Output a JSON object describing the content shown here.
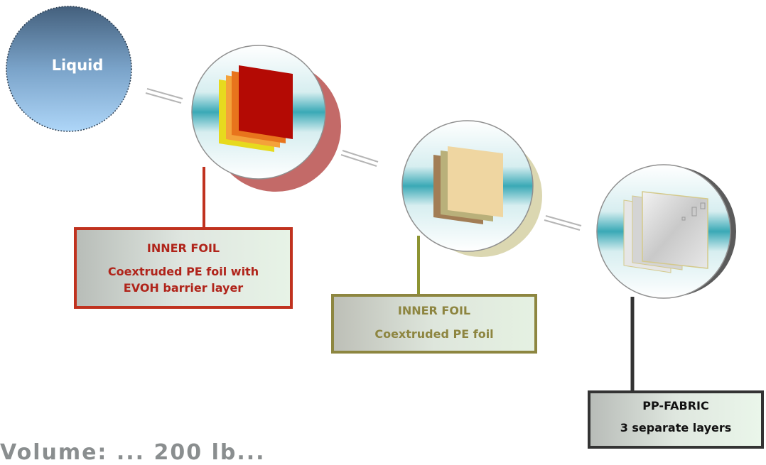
{
  "nodes": {
    "liquid": {
      "label": "Liquid"
    }
  },
  "boxes": {
    "inner_foil_evoh": {
      "title": "INNER FOIL",
      "line1": "Coextruded PE foil with",
      "line2": "EVOH barrier layer"
    },
    "inner_foil_pe": {
      "title": "INNER FOIL",
      "line1": "Coextruded PE foil"
    },
    "pp_fabric": {
      "title": "PP-FABRIC",
      "line1": "3 separate layers"
    }
  },
  "footer": {
    "text": "Volume: ... 200 lb..."
  },
  "colors": {
    "liquid_top": "#3f5f7f",
    "liquid_bottom": "#a9d2f6",
    "evoh_accent": "#c0321f",
    "pe_accent": "#8d8640",
    "fabric_accent": "#333333",
    "circle_teal": "#45aebb"
  }
}
